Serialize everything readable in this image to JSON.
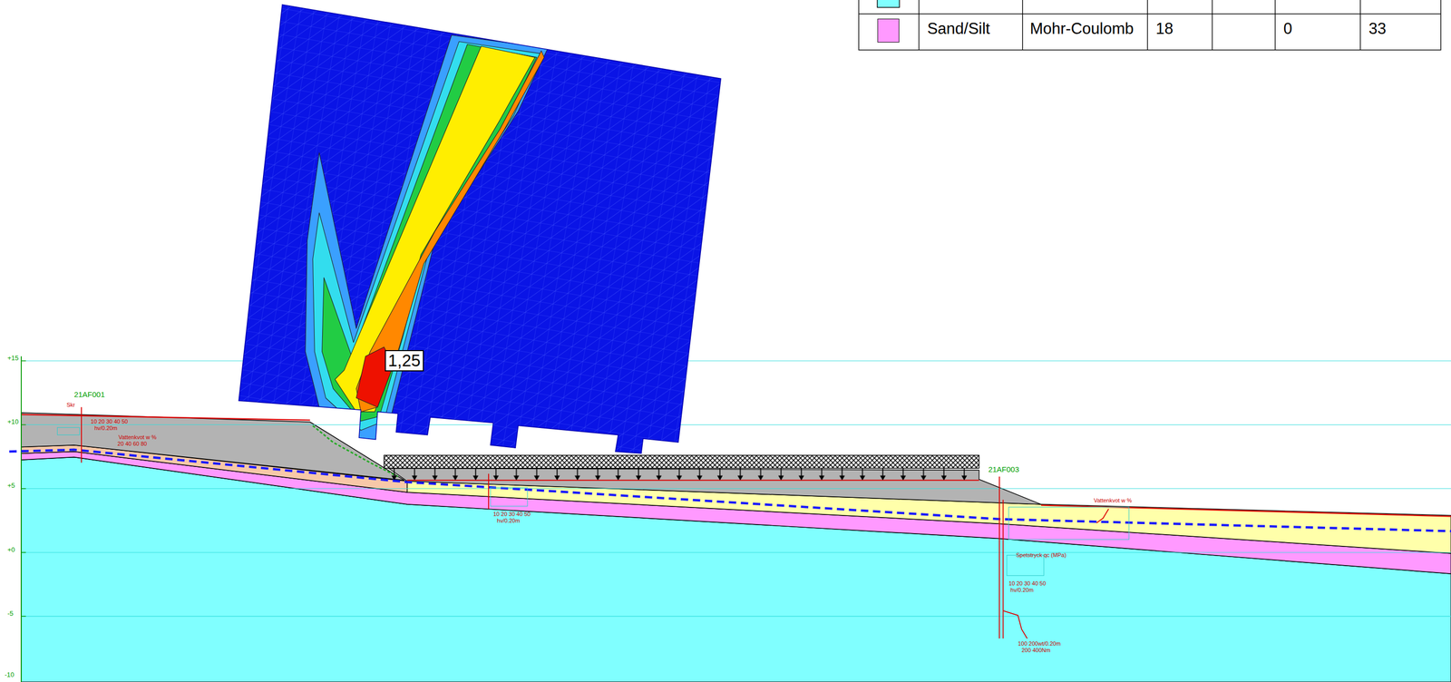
{
  "diagram": {
    "nodes": [
      {
        "text": [
          "1,25"
        ]
      }
    ],
    "labels": [
      "Mohr-Coulomb",
      "18",
      "0",
      "33",
      "+15",
      "+10",
      "+5",
      "+0",
      "-5",
      "-10",
      "21AF001",
      "Skr",
      "10 20 30 40 50",
      "hv/0.20m",
      "Vattenkvot w %",
      "20 40 60 80",
      "21AF003",
      "Vattenkvot w %",
      "Spetstryck qc (MPa)",
      "10 20 30 40 50",
      "hv/0.20m",
      "100 200wt/0.20m",
      "200 400Nm",
      "10 20 30 40 50",
      "hv/0.20m"
    ],
    "legend": [
      {
        "text": "Sand/Silt",
        "color": "#ff99ff"
      }
    ]
  }
}
